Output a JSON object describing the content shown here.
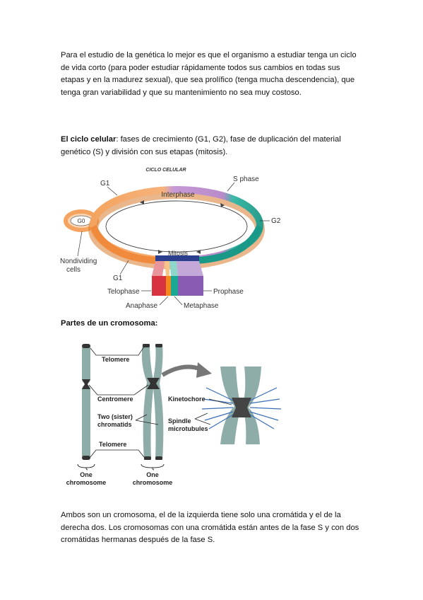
{
  "intro": {
    "text": "Para el estudio de la genética lo mejor es que el organismo a estudiar tenga un ciclo de vida corto (para poder estudiar rápidamente todos sus cambios en todas sus etapas y en la madurez sexual), que sea prolífico (tenga mucha descendencia), que tenga gran variabilidad y que su mantenimiento no sea muy costoso."
  },
  "cell_cycle": {
    "heading": "El ciclo celular",
    "text": ": fases de crecimiento (G1, G2), fase de duplicación del material genético (S) y división con sus etapas (mitosis).",
    "figure": {
      "title": "CICLO CELULAR",
      "labels": {
        "g1_top": "G1",
        "s_phase": "S phase",
        "interphase": "Interphase",
        "g2": "G2",
        "g0": "G0",
        "nondividing": "Nondividing",
        "cells": "cells",
        "g1_bottom": "G1",
        "mitosis": "Mitosis",
        "telophase": "Telophase",
        "anaphase": "Anaphase",
        "metaphase": "Metaphase",
        "prophase": "Prophase"
      },
      "colors": {
        "g1": "#f4a460",
        "s": "#b88ac9",
        "g2": "#3bb8a6",
        "mitosis": "#2c3f8f",
        "telophase": "#d8343f",
        "anaphase": "#f08a1c",
        "metaphase": "#1aa895",
        "prophase": "#8a5bb2"
      }
    }
  },
  "chromosome": {
    "heading": "Partes de un cromosoma:",
    "labels": {
      "telomere_top": "Telomere",
      "centromere": "Centromere",
      "sister_1": "Two (sister)",
      "sister_2": "chromatids",
      "telomere_bottom": "Telomere",
      "one_1": "One",
      "chromosome_1": "chromosome",
      "one_2": "One",
      "chromosome_2": "chromosome",
      "kinetochore": "Kinetochore",
      "spindle_1": "Spindle",
      "spindle_2": "microtubules"
    },
    "colors": {
      "chromatid": "#8fada8",
      "centromere": "#333333"
    }
  },
  "closing": {
    "text": "Ambos son un cromosoma, el de la izquierda tiene solo una cromátida y el de la derecha dos. Los cromosomas con una cromátida están antes de la fase S y con dos cromátidas hermanas después de la fase S."
  }
}
